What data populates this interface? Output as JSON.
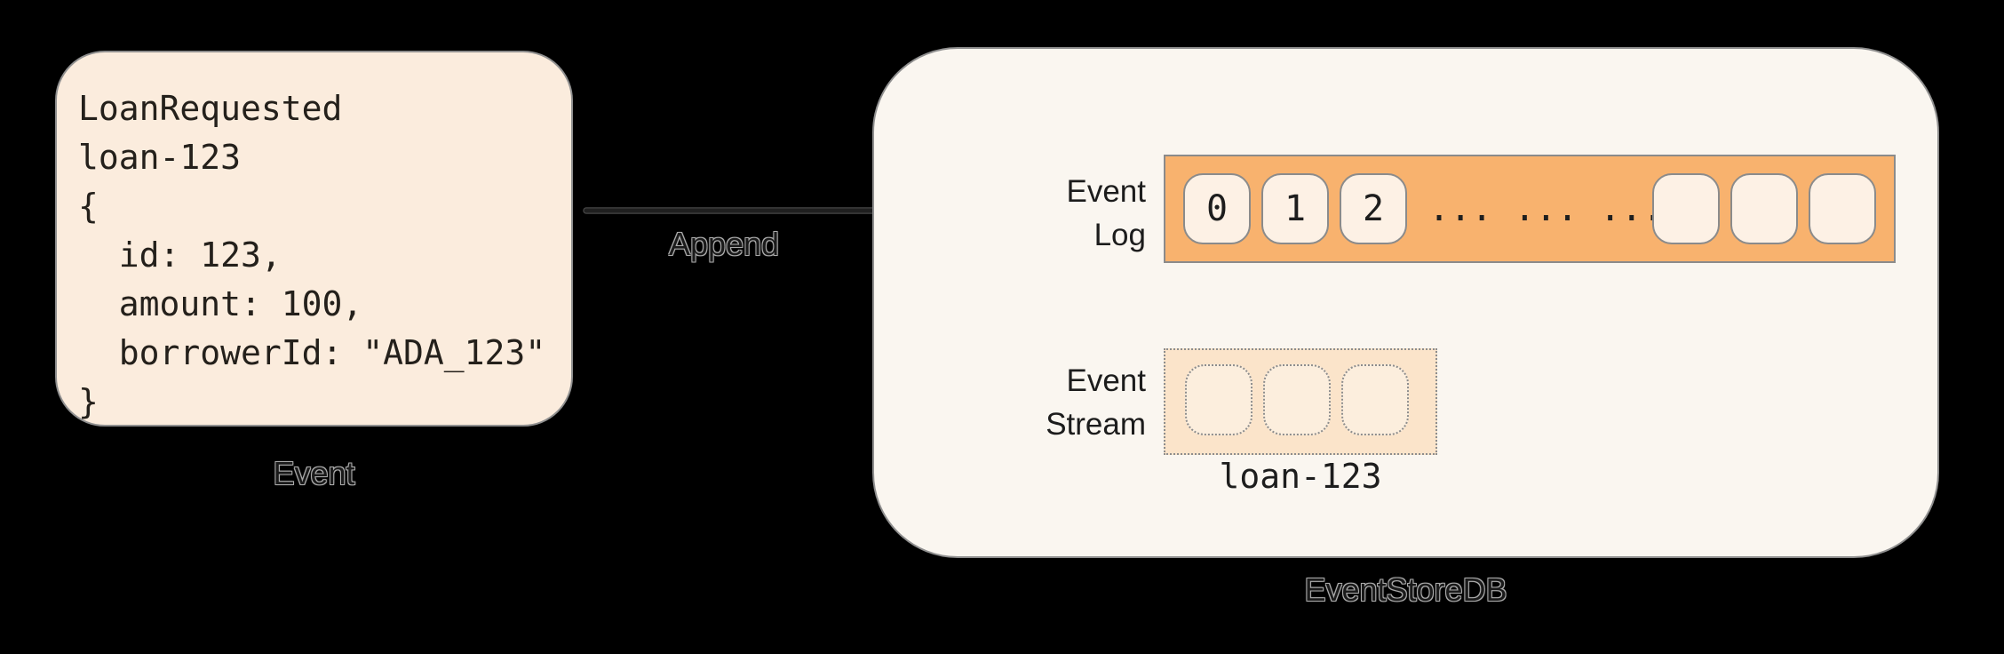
{
  "colors": {
    "background": "#000000",
    "card_fill": "#fbecdd",
    "store_fill": "#faf6f0",
    "log_bar_fill": "#f8b26e",
    "cell_fill": "#fdf1e5",
    "stream_box_fill": "#fbe4ca",
    "stream_cell_fill": "#fceedd",
    "border_gray": "#8f8f8f",
    "ink": "#1f1f1f"
  },
  "event_card": {
    "code_lines": [
      "LoanRequested",
      "loan-123",
      "{",
      "  id: 123,",
      "  amount: 100,",
      "  borrowerId: \"ADA_123\"",
      "}"
    ],
    "caption": "Event"
  },
  "arrow": {
    "label": "Append"
  },
  "store": {
    "caption": "EventStoreDB",
    "log": {
      "label_lines": [
        "Event",
        "Log"
      ],
      "numbered_cells": [
        "0",
        "1",
        "2"
      ],
      "ellipsis": "... ... ...",
      "empty_cells": 3
    },
    "stream": {
      "label_lines": [
        "Event",
        "Stream"
      ],
      "empty_cells": 3,
      "caption": "loan-123"
    }
  }
}
